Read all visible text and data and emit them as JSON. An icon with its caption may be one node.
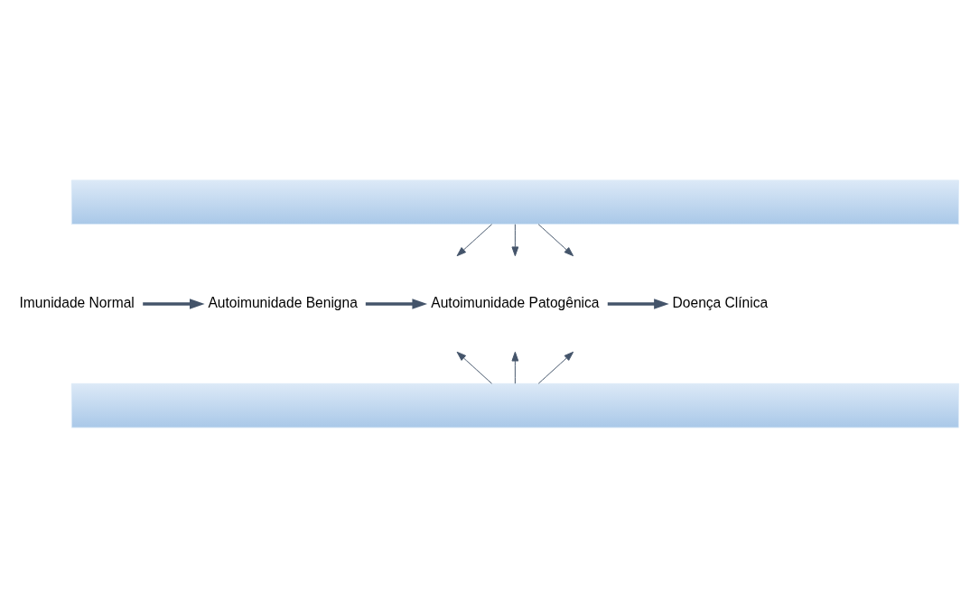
{
  "diagram": {
    "nodes": [
      {
        "text": [],
        "shape": "box"
      },
      {
        "text": [
          "Imunidade Normal"
        ]
      },
      {
        "text": [
          "Autoimunidade Benigna"
        ]
      },
      {
        "text": [
          "Autoimunidade Patogênica"
        ]
      },
      {
        "text": [
          "Doença Clínica"
        ]
      },
      {
        "text": [],
        "shape": "box"
      }
    ],
    "edges": [
      {
        "from": 1,
        "to": 2,
        "arrow": "to",
        "style": "thick"
      },
      {
        "from": 2,
        "to": 3,
        "arrow": "to",
        "style": "thick"
      },
      {
        "from": 3,
        "to": 4,
        "arrow": "to",
        "style": "thick"
      },
      {
        "from": 0,
        "to": null,
        "arrow": "to"
      },
      {
        "from": 0,
        "to": null,
        "arrow": "to"
      },
      {
        "from": 0,
        "to": null,
        "arrow": "to"
      },
      {
        "from": 5,
        "to": null,
        "arrow": "to"
      },
      {
        "from": 5,
        "to": null,
        "arrow": "to"
      },
      {
        "from": 5,
        "to": null,
        "arrow": "to"
      }
    ]
  }
}
